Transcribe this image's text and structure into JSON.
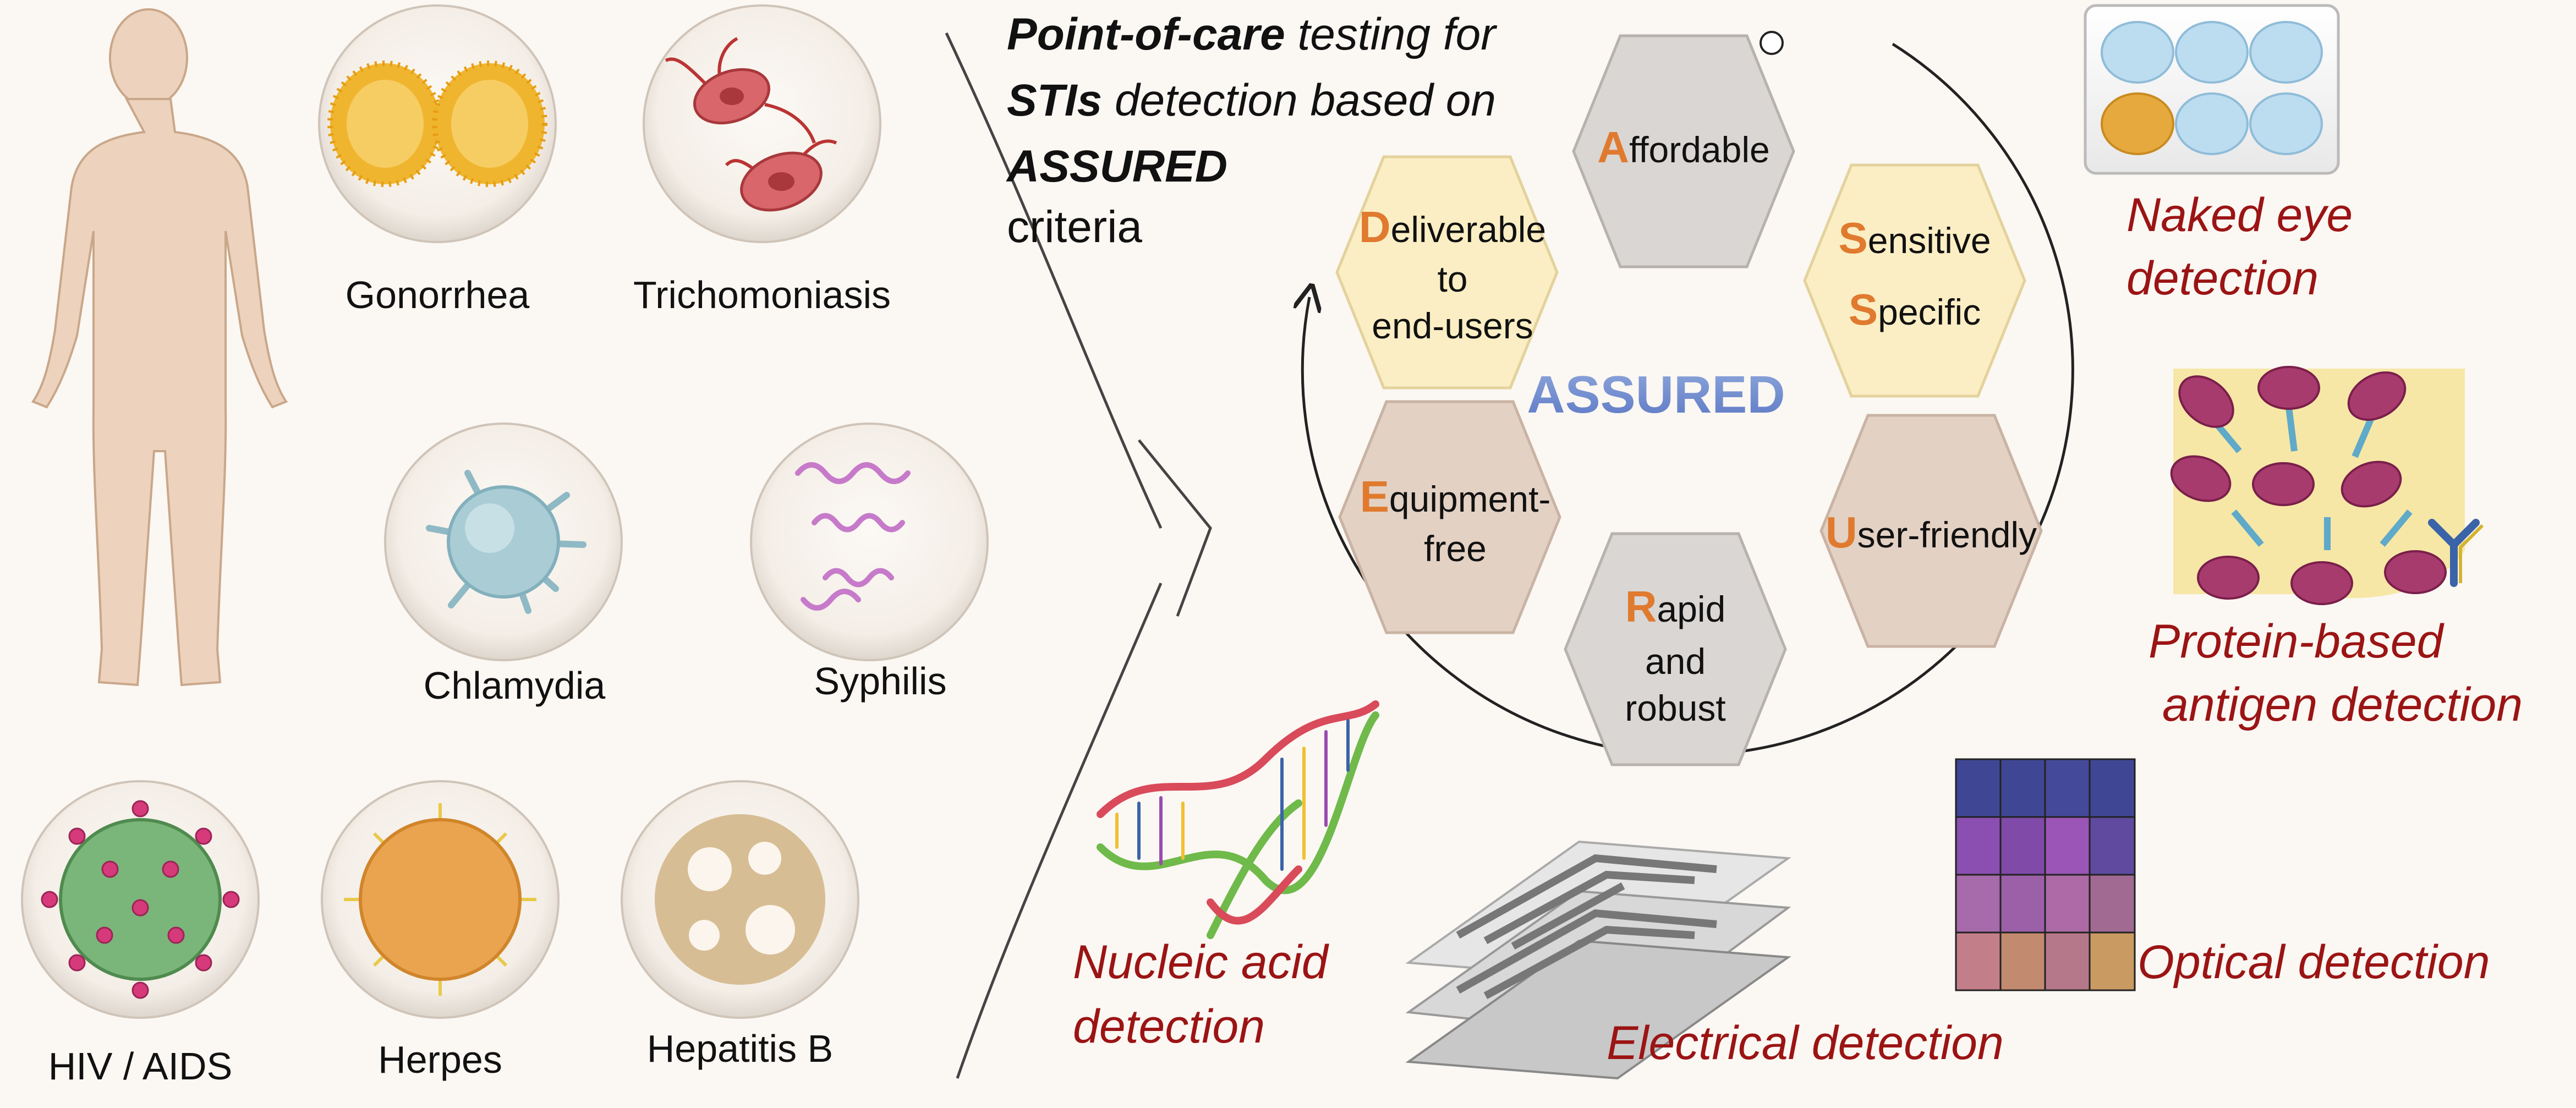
{
  "title": {
    "line1_bold": "Point-of-care",
    "line1_rest": " testing for",
    "line2_bold": "STIs",
    "line2_rest": " detection based on",
    "line3_bold": "ASSURED",
    "line4": "criteria"
  },
  "diseases": [
    {
      "label": "Gonorrhea"
    },
    {
      "label": "Trichomoniasis"
    },
    {
      "label": "Chlamydia"
    },
    {
      "label": "Syphilis"
    },
    {
      "label": "HIV / AIDS"
    },
    {
      "label": "Herpes"
    },
    {
      "label": "Hepatitis B"
    }
  ],
  "assured": {
    "center_label": "ASSURED",
    "affordable": {
      "initial": "A",
      "rest": "ffordable"
    },
    "sensitive": {
      "initial": "S",
      "rest": "ensitive"
    },
    "specific": {
      "initial": "S",
      "rest": "pecific"
    },
    "user_friendly": {
      "initial": "U",
      "rest": "ser-friendly"
    },
    "rapid": {
      "initial": "R",
      "rest": "apid",
      "line2": "and",
      "line3": "robust"
    },
    "equipment": {
      "initial": "E",
      "rest": "quipment-",
      "line2": "free"
    },
    "deliverable": {
      "initial": "D",
      "rest": "eliverable",
      "line2": "to",
      "line3": "end-users"
    }
  },
  "detections": {
    "naked_eye": {
      "line1": "Naked eye",
      "line2": "detection"
    },
    "protein": {
      "line1": "Protein-based",
      "line2": "antigen detection"
    },
    "optical": {
      "line1": "Optical detection"
    },
    "electrical": {
      "line1": "Electrical detection"
    },
    "nucleic": {
      "line1": "Nucleic acid",
      "line2": "detection"
    }
  },
  "colors": {
    "hex_gray": "#d9d6d3",
    "hex_yellow": "#fbeec4",
    "hex_tan": "#e3d1c4",
    "initial_orange": "#e07a2e",
    "label_red": "#9b1414",
    "body_tan": "#edd3bd"
  }
}
